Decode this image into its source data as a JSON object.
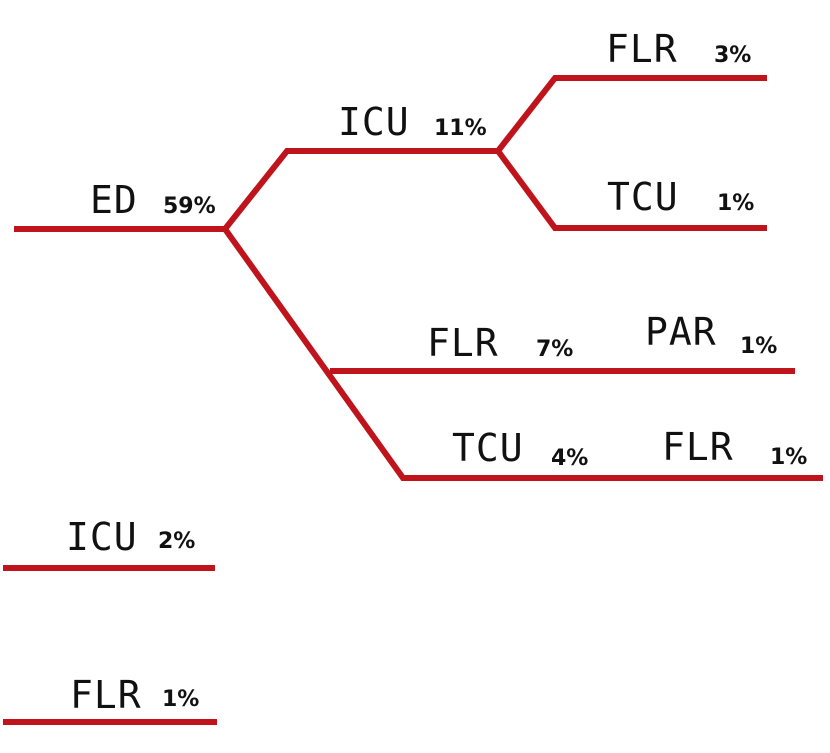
{
  "line_color": "#c0141c",
  "nodes": {
    "ed": {
      "name": "ED",
      "pct": "59%"
    },
    "ed_icu": {
      "name": "ICU",
      "pct": "11%"
    },
    "ed_icu_flr": {
      "name": "FLR",
      "pct": "3%"
    },
    "ed_icu_tcu": {
      "name": "TCU",
      "pct": "1%"
    },
    "ed_flr": {
      "name": "FLR",
      "pct": "7%"
    },
    "ed_flr_par": {
      "name": "PAR",
      "pct": "1%"
    },
    "ed_tcu": {
      "name": "TCU",
      "pct": "4%"
    },
    "ed_tcu_flr": {
      "name": "FLR",
      "pct": "1%"
    },
    "icu": {
      "name": "ICU",
      "pct": "2%"
    },
    "flr": {
      "name": "FLR",
      "pct": "1%"
    }
  }
}
